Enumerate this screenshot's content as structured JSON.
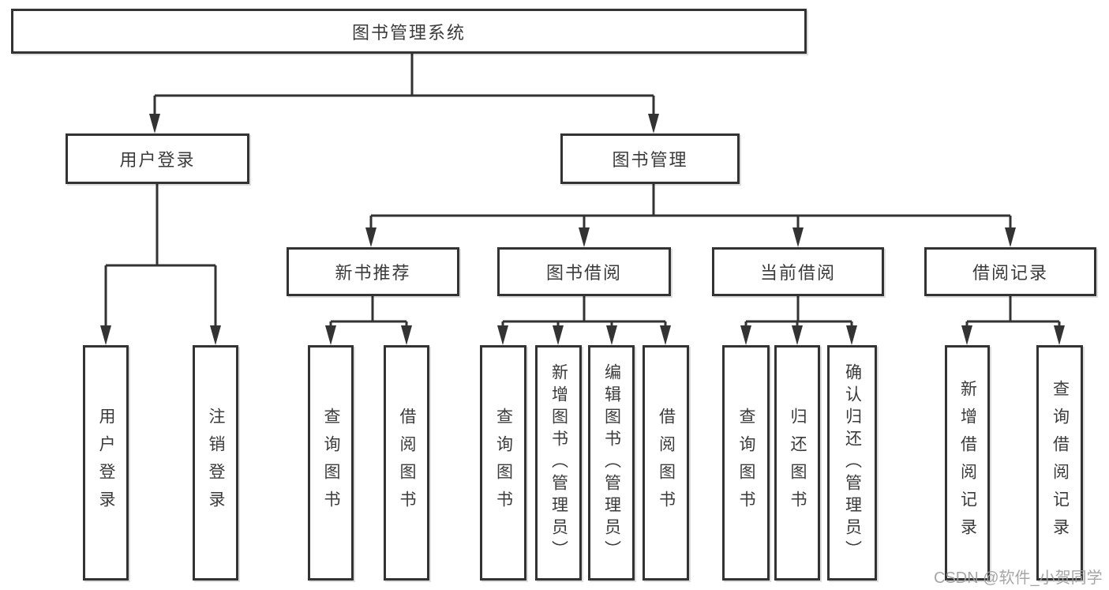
{
  "title": "图书管理系统",
  "level2": {
    "user_login": "用户登录",
    "book_management": "图书管理"
  },
  "level3": {
    "new_book_recommend": "新书推荐",
    "book_borrow": "图书借阅",
    "current_borrow": "当前借阅",
    "borrow_record": "借阅记录"
  },
  "leaves": {
    "user_login": [
      "用户登录",
      "注销登录"
    ],
    "new_book_recommend": [
      "查询图书",
      "借阅图书"
    ],
    "book_borrow": [
      "查询图书",
      "新增图书（管理员）",
      "编辑图书（管理员）",
      "借阅图书"
    ],
    "current_borrow": [
      "查询图书",
      "归还图书",
      "确认归还（管理员）"
    ],
    "borrow_record": [
      "新增借阅记录",
      "查询借阅记录"
    ]
  },
  "watermark": "CSDN @软件_小贺同学",
  "colors": {
    "line": "#333333",
    "box_border": "#333333",
    "text": "#3b3b3b",
    "watermark": "#9e9e9e",
    "background": "#ffffff"
  }
}
